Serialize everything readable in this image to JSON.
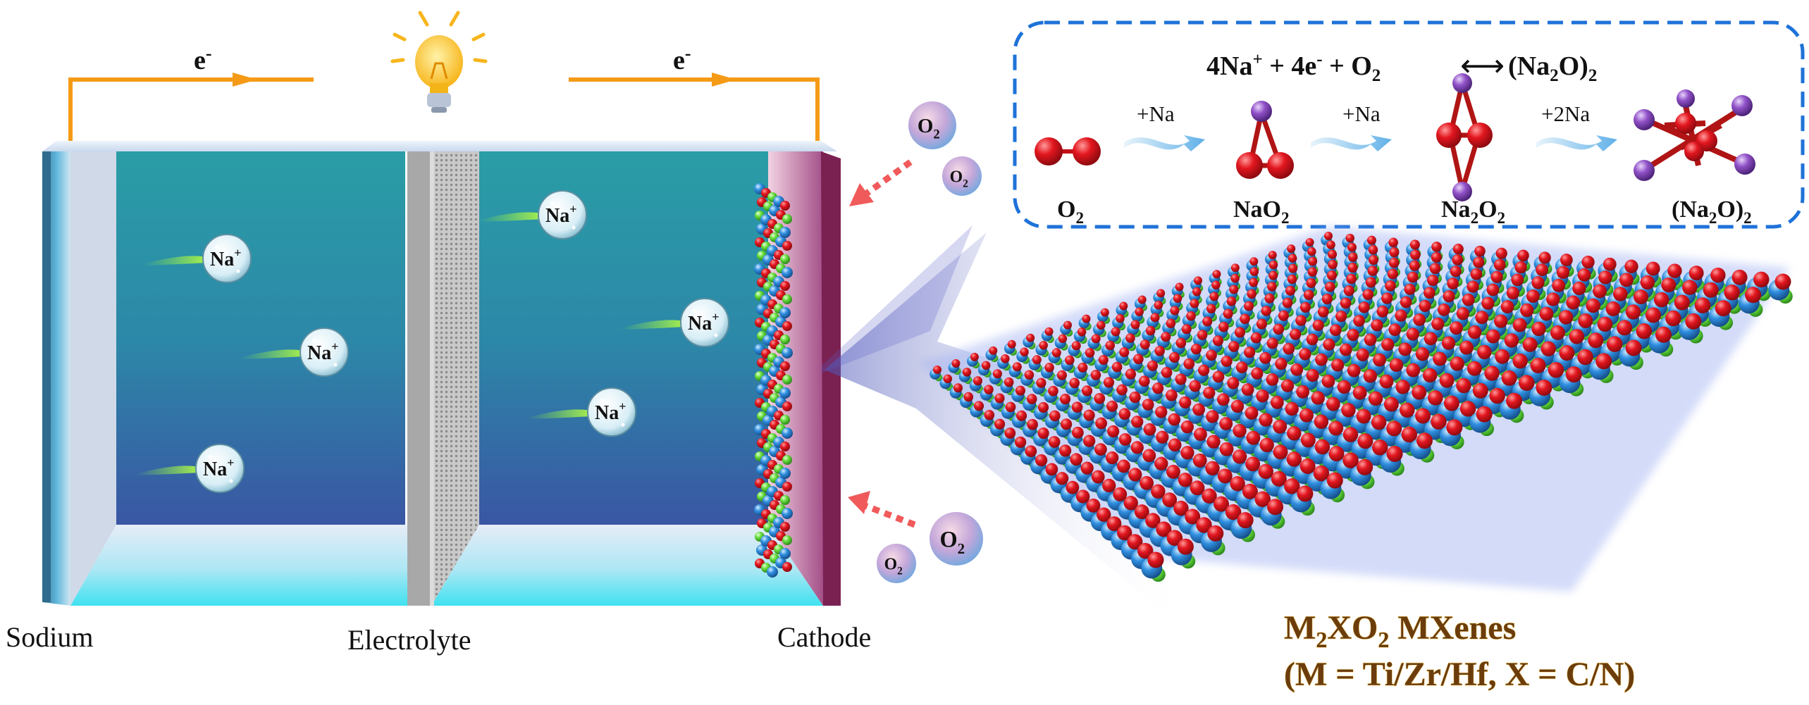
{
  "battery": {
    "electron_left": "e",
    "electron_right": "e",
    "electron_sup": "-",
    "sodium_label": "Sodium",
    "electrolyte_label": "Electrolyte",
    "cathode_label": "Cathode",
    "ion_base": "Na",
    "ion_sup": "+",
    "o2_base": "O",
    "o2_sub": "2",
    "bulb_icon": "light-bulb-icon"
  },
  "reaction": {
    "na": "Na",
    "sup_plus": "+",
    "sup_minus": "-",
    "sub_two": "2",
    "four": "4",
    "e": "e",
    "plus": "+",
    "o": "O",
    "open_paren": "(",
    "close_paren": ")",
    "arrow": "⟷",
    "step1": "+Na",
    "step2": "+Na",
    "step3": "+2Na",
    "species_o2_base": "O",
    "species_o2_sub": "2",
    "species_nao2_base": "NaO",
    "species_nao2_sub": "2",
    "species_na2o2_a": "Na",
    "species_na2o2_b": "O",
    "species_na2o2_sub": "2",
    "species_na2o_paren_open": "(Na",
    "species_na2o_mid": "O)",
    "species_na2o_sub": "2"
  },
  "material": {
    "line1_m": "M",
    "line1_x": "XO",
    "line1_sub": "2",
    "line1_rest": " MXenes",
    "line2": "(M = Ti/Zr/Hf, X = C/N)"
  },
  "colors": {
    "wire": "#f59a17",
    "dash_box": "#1e72d8",
    "cathode": "#7a2152",
    "oxygen_atom": "#e3161f",
    "metal_atom": "#2f8fe0",
    "x_atom": "#66dd3c",
    "sodium_atom": "#9152c8",
    "arrow_red": "#f05a5a"
  }
}
